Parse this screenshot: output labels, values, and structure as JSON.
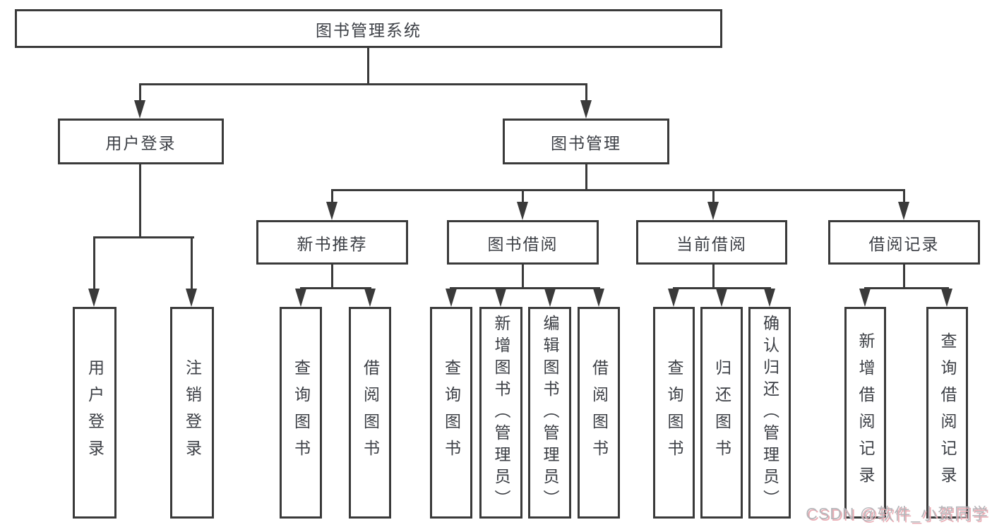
{
  "colors": {
    "line": "#3a3a3a",
    "text": "#3c3f45",
    "box_bg": "#ffffff",
    "watermark": "#b6b6ba",
    "watermark_shadow": "#eaacb4"
  },
  "tree": {
    "root": "图书管理系统",
    "branches": [
      {
        "label": "用户登录",
        "children": [
          "用户登录",
          "注销登录"
        ]
      },
      {
        "label": "图书管理",
        "children": [
          {
            "label": "新书推荐",
            "children": [
              "查询图书",
              "借阅图书"
            ]
          },
          {
            "label": "图书借阅",
            "children": [
              "查询图书",
              "新增图书（管理员）",
              "编辑图书（管理员）",
              "借阅图书"
            ]
          },
          {
            "label": "当前借阅",
            "children": [
              "查询图书",
              "归还图书",
              "确认归还（管理员）"
            ]
          },
          {
            "label": "借阅记录",
            "children": [
              "新增借阅记录",
              "查询借阅记录"
            ]
          }
        ]
      }
    ]
  },
  "watermark": {
    "text": "CSDN @软件_小贺同学"
  }
}
